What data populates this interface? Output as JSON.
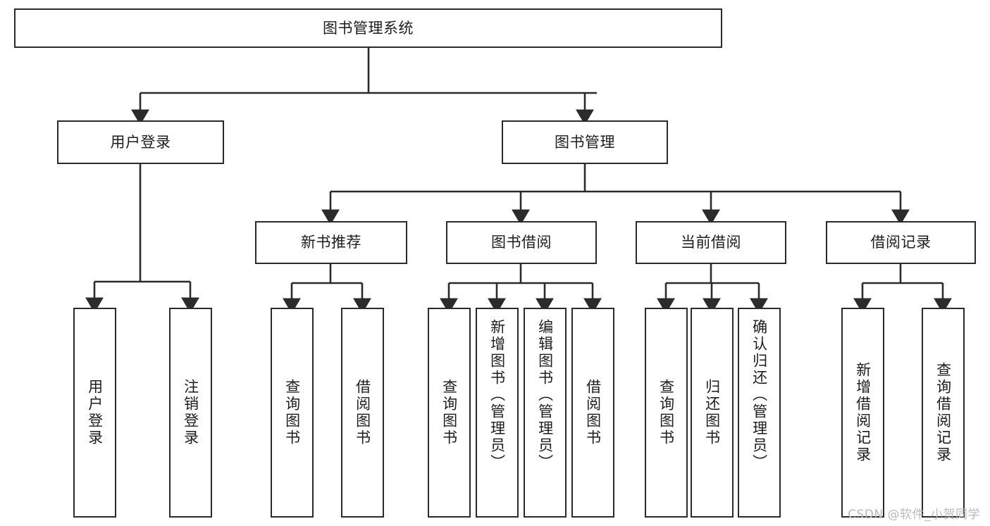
{
  "diagram": {
    "title": "图书管理系统",
    "type": "tree-hierarchy-chart",
    "orientation": "top-down",
    "colors": {
      "box_border": "#2b2b2b",
      "box_fill": "#ffffff",
      "connector": "#2b2b2b",
      "text": "#1d1d1d",
      "watermark": "#b9b9b9",
      "background": "#ffffff"
    }
  },
  "root": {
    "label": "图书管理系统"
  },
  "level1": [
    {
      "label": "用户登录"
    },
    {
      "label": "图书管理"
    }
  ],
  "level2": [
    {
      "label": "新书推荐"
    },
    {
      "label": "图书借阅"
    },
    {
      "label": "当前借阅"
    },
    {
      "label": "借阅记录"
    }
  ],
  "leaves": {
    "user_login": [
      {
        "label": "用户登录"
      },
      {
        "label": "注销登录"
      }
    ],
    "new_book_recommend": [
      {
        "label": "查询图书"
      },
      {
        "label": "借阅图书"
      }
    ],
    "book_borrow": [
      {
        "label": "查询图书"
      },
      {
        "label": "新增图书（管理员）"
      },
      {
        "label": "编辑图书（管理员）"
      },
      {
        "label": "借阅图书"
      }
    ],
    "current_borrow": [
      {
        "label": "查询图书"
      },
      {
        "label": "归还图书"
      },
      {
        "label": "确认归还（管理员）"
      }
    ],
    "borrow_record": [
      {
        "label": "新增借阅记录"
      },
      {
        "label": "查询借阅记录"
      }
    ]
  },
  "watermark": {
    "text": "CSDN @软件_小贺同学"
  }
}
